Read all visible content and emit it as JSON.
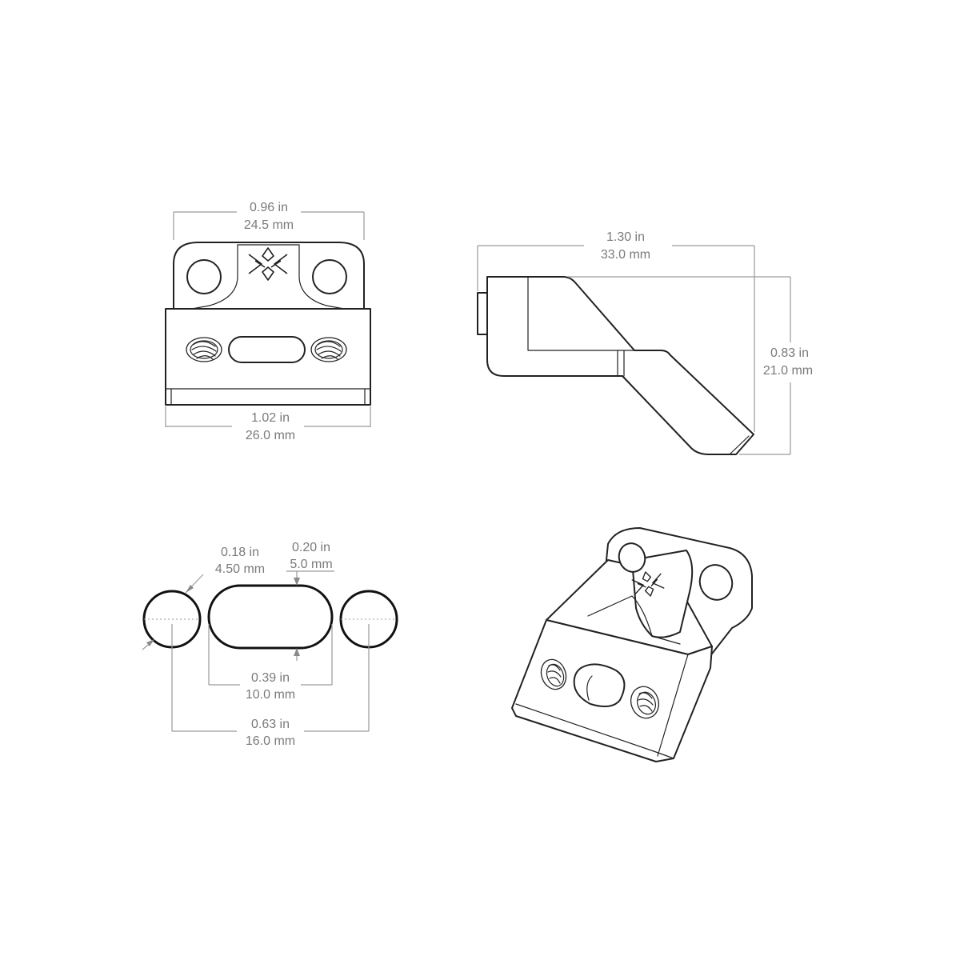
{
  "views": {
    "front": {
      "top_width": {
        "imperial": "0.96 in",
        "metric": "24.5 mm"
      },
      "bottom_width": {
        "imperial": "1.02 in",
        "metric": "26.0 mm"
      }
    },
    "side": {
      "length": {
        "imperial": "1.30 in",
        "metric": "33.0 mm"
      },
      "height": {
        "imperial": "0.83 in",
        "metric": "21.0 mm"
      }
    },
    "holes": {
      "hole_diameter": {
        "imperial": "0.18 in",
        "metric": "4.50 mm"
      },
      "slot_width": {
        "imperial": "0.20 in",
        "metric": "5.0 mm"
      },
      "slot_length": {
        "imperial": "0.39 in",
        "metric": "10.0 mm"
      },
      "hole_spacing": {
        "imperial": "0.63 in",
        "metric": "16.0 mm"
      }
    }
  },
  "colors": {
    "line": "#222222",
    "dimension": "#9a9a9a",
    "label": "#7a7a7a",
    "background": "#ffffff"
  }
}
